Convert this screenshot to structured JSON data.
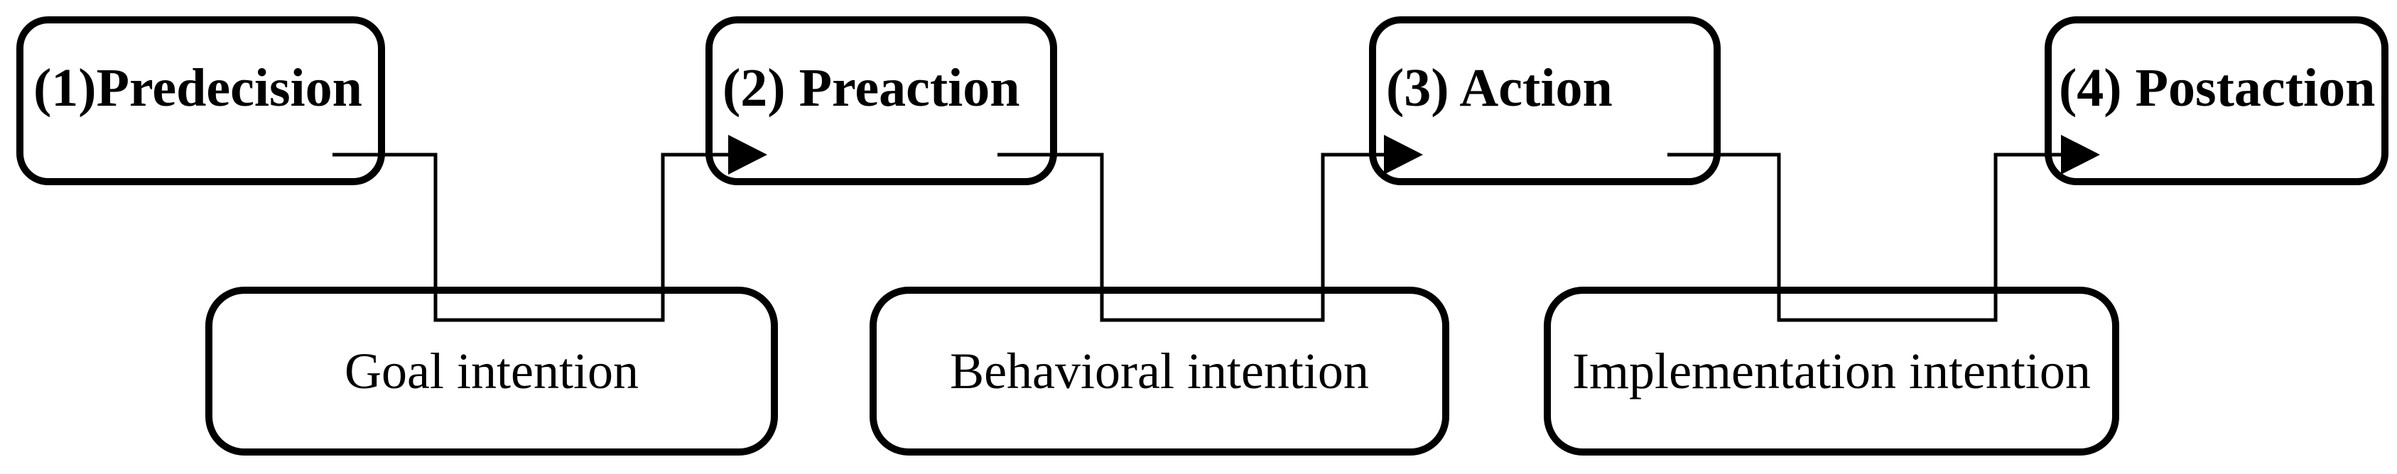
{
  "figure": {
    "background_color": "#ffffff",
    "line_color": "#000000",
    "phases": [
      {
        "label": "(1)Predecision"
      },
      {
        "label": "(2) Preaction"
      },
      {
        "label": "(3) Action"
      },
      {
        "label": "(4) Postaction"
      }
    ],
    "intentions": [
      {
        "label": "Goal intention"
      },
      {
        "label": "Behavioral intention"
      },
      {
        "label": "Implementation intention"
      }
    ],
    "transitions": [
      {
        "from": "(1)Predecision",
        "via": "Goal intention",
        "to": "(2) Preaction"
      },
      {
        "from": "(2) Preaction",
        "via": "Behavioral intention",
        "to": "(3) Action"
      },
      {
        "from": "(3) Action",
        "via": "Implementation intention",
        "to": "(4) Postaction"
      }
    ]
  }
}
